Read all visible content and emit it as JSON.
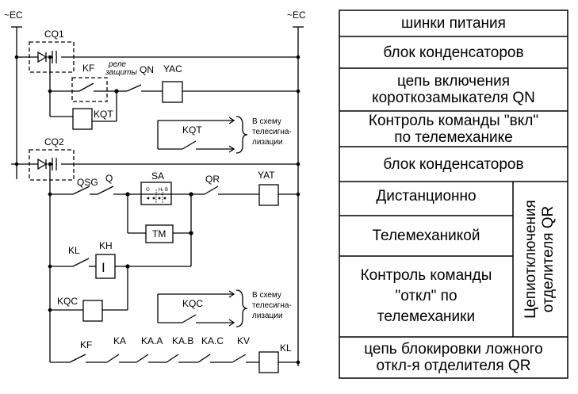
{
  "diagram": {
    "supply_left": "~EC",
    "supply_right": "~EC",
    "cq1": "CQ1",
    "cq2": "CQ2",
    "kf_top": "KF",
    "relay_note_1": "реле",
    "relay_note_2": "защиты",
    "qn": "QN",
    "yac": "YAC",
    "kqt_coil": "KQT",
    "kqt_contact": "KQT",
    "tele_1_line1": "В схему",
    "tele_1_line2": "телесигна-",
    "tele_1_line3": "лизации",
    "qsg": "QSG",
    "q": "Q",
    "sa": "SA",
    "sa_o": "О",
    "sa_n": "Н",
    "sa_v": "В",
    "qr": "QR",
    "yat": "YAT",
    "tm": "ТМ",
    "kl_contact": "KL",
    "kh": "KH",
    "kh_symbol": "I",
    "kqc_coil": "KQC",
    "kqc_contact": "KQC",
    "tele_2_line1": "В схему",
    "tele_2_line2": "телесигна-",
    "tele_2_line3": "лизации",
    "kf_bottom": "KF",
    "ka": "KA",
    "kaa": "KA.A",
    "kab": "KA.B",
    "kac": "KA.C",
    "kv": "KV",
    "kl_coil": "KL"
  },
  "table": {
    "row1": "шинки питания",
    "row2": "блок конденсаторов",
    "row3_line1": "цепь включения",
    "row3_line2": "короткозамыкателя QN",
    "row4_line1": "Контроль команды \"вкл\"",
    "row4_line2": "по телемеханике",
    "row5": "блок конденсаторов",
    "row6": "Дистанционно",
    "row7": "Телемеханикой",
    "row8_line1": "Контроль команды",
    "row8_line2": "\"откл\" по",
    "row8_line3": "телемеханики",
    "side_line1": "Цепиотключения",
    "side_line2": "отделителя QR",
    "row9_line1": "цепь блокировки ложного",
    "row9_line2": "откл-я отделителя QR"
  }
}
